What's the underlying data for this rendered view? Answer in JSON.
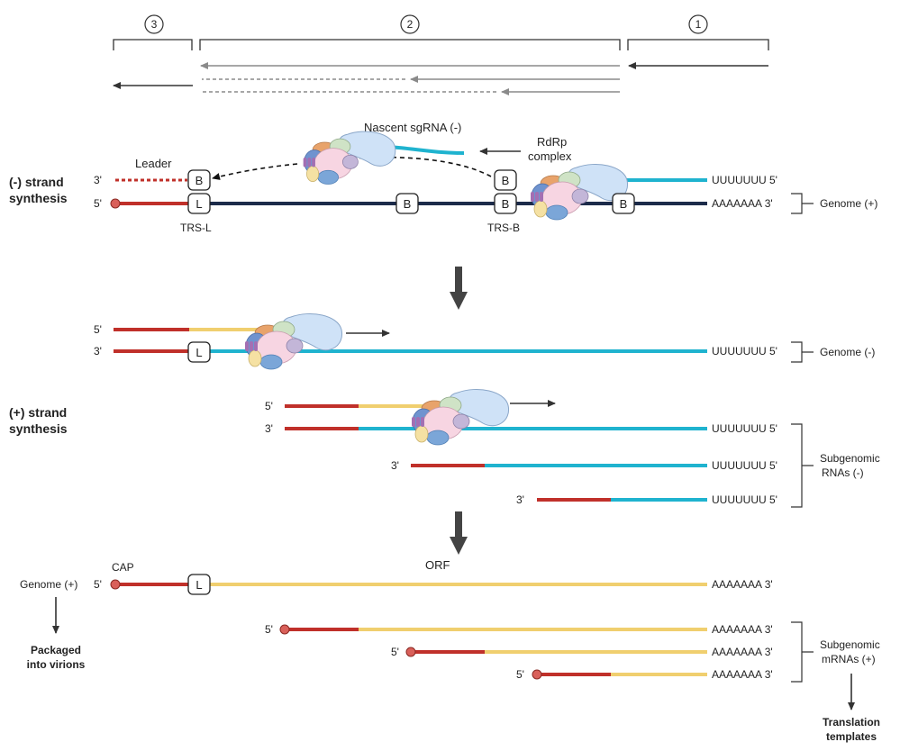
{
  "colors": {
    "red": "#c0302a",
    "navy": "#1c2b4a",
    "cyan": "#1fb3cf",
    "yellow": "#f0cf6f",
    "gray": "#8a8a8a",
    "dark": "#333333",
    "cap": "#d9605a"
  },
  "regions": {
    "r1": "1",
    "r2": "2",
    "r3": "3"
  },
  "section1": {
    "title_line1": "(-) strand",
    "title_line2": "synthesis",
    "leader": "Leader",
    "nascent": "Nascent sgRNA (-)",
    "rdrp_line1": "RdRp",
    "rdrp_line2": "complex",
    "end3": "3'",
    "end5": "5'",
    "uuu": "UUUUUUU 5'",
    "aaa": "AAAAAAA 3'",
    "genome_plus": "Genome (+)",
    "trs_l": "TRS-L",
    "trs_b": "TRS-B",
    "box_b": "B",
    "box_l": "L"
  },
  "section2": {
    "title_line1": "(+) strand",
    "title_line2": "synthesis",
    "end5": "5'",
    "end3": "3'",
    "uuu": "UUUUUUU 5'",
    "genome_minus": "Genome (-)",
    "sub_line1": "Subgenomic",
    "sub_line2": "RNAs (-)",
    "box_l": "L"
  },
  "section3": {
    "genome_plus": "Genome (+)",
    "cap": "CAP",
    "orf": "ORF",
    "end5": "5'",
    "aaa": "AAAAAAA 3'",
    "box_l": "L",
    "packaged_line1": "Packaged",
    "packaged_line2": "into virions",
    "sub_line1": "Subgenomic",
    "sub_line2": "mRNAs (+)",
    "trans_line1": "Translation",
    "trans_line2": "templates"
  }
}
